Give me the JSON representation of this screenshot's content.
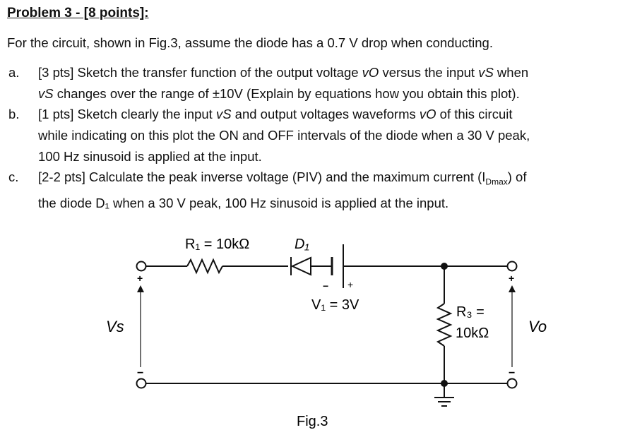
{
  "title": "Problem 3 - [8 points]:",
  "intro": "For the circuit, shown in Fig.3, assume the diode has a 0.7 V drop when conducting.",
  "items": [
    {
      "marker": "a.",
      "line1_a": "[3 pts] Sketch the transfer function of the output voltage ",
      "line1_b": " versus the input ",
      "line1_c": " when",
      "line2_a": " changes over the range of ±10V (Explain by equations how you obtain this plot)."
    },
    {
      "marker": "b.",
      "line1_a": "[1 pts] Sketch clearly the input ",
      "line1_b": " and output voltages waveforms ",
      "line1_c": " of this circuit",
      "line2": "while indicating on this plot the ON and OFF intervals of the diode when a 30 V peak,",
      "line3": "100 Hz sinusoid is applied at the input."
    },
    {
      "marker": "c.",
      "line1_a": "[2-2 pts] Calculate the peak inverse voltage (PIV) and the maximum current (I",
      "line1_sub": "Dmax",
      "line1_b": ") of",
      "line2": "the diode D₁ when a 30 V peak, 100 Hz sinusoid is applied at the input."
    }
  ],
  "symbols": {
    "vo": "vO",
    "vs": "vS"
  },
  "circuit": {
    "r1_label": "R₁ = 10kΩ",
    "d1_label": "D₁",
    "v1_label": "V₁ = 3V",
    "r3_label_1": "R₃ =",
    "r3_label_2": "10kΩ",
    "vs_label": "Vs",
    "vo_label": "Vo",
    "plus": "+",
    "minus": "−",
    "caption": "Fig.3"
  }
}
